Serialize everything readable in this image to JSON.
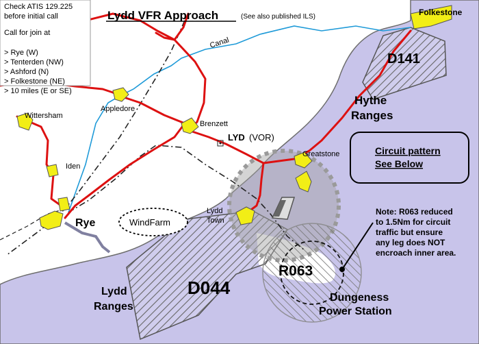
{
  "map": {
    "title": "Lydd VFR Approach",
    "title_note": "(See also published ILS)",
    "atis_line1": "Check ATIS 129.225",
    "atis_line2": "before initial call",
    "join_heading": "Call for join at",
    "join_points": [
      "> Rye (W)",
      "> Tenterden (NW)",
      "> Ashford (N)",
      "> Folkestone (NE)",
      "> 10 miles (E or SE)"
    ],
    "places": {
      "folkestone": "Folkestone",
      "canal": "Canal",
      "d141": "D141",
      "hythe_ranges_1": "Hythe",
      "hythe_ranges_2": "Ranges",
      "appledore": "Appledore",
      "wittersham": "Wittersham",
      "brenzett": "Brenzett",
      "lyd": "LYD",
      "vor": "(VOR)",
      "greatstone": "Greatstone",
      "iden": "Iden",
      "rye": "Rye",
      "windfarm": "WindFarm",
      "lydd_town_1": "Lydd",
      "lydd_town_2": "Town",
      "r063": "R063",
      "d044": "D044",
      "lydd_ranges_1": "Lydd",
      "lydd_ranges_2": "Ranges",
      "dungeness_1": "Dungeness",
      "dungeness_2": "Power Station"
    },
    "circuit_box": {
      "line1": "Circuit pattern",
      "line2": "See Below"
    },
    "note": [
      "Note: R063 reduced",
      "to 1.5Nm for circuit",
      "traffic but ensure",
      "any leg does NOT",
      "encroach inner area."
    ],
    "colors": {
      "sea": "#c8c4ea",
      "road": "#dd1111",
      "canal": "#1e9ad8",
      "town": "#f2ee16",
      "atz": "#bdbdbd"
    }
  }
}
